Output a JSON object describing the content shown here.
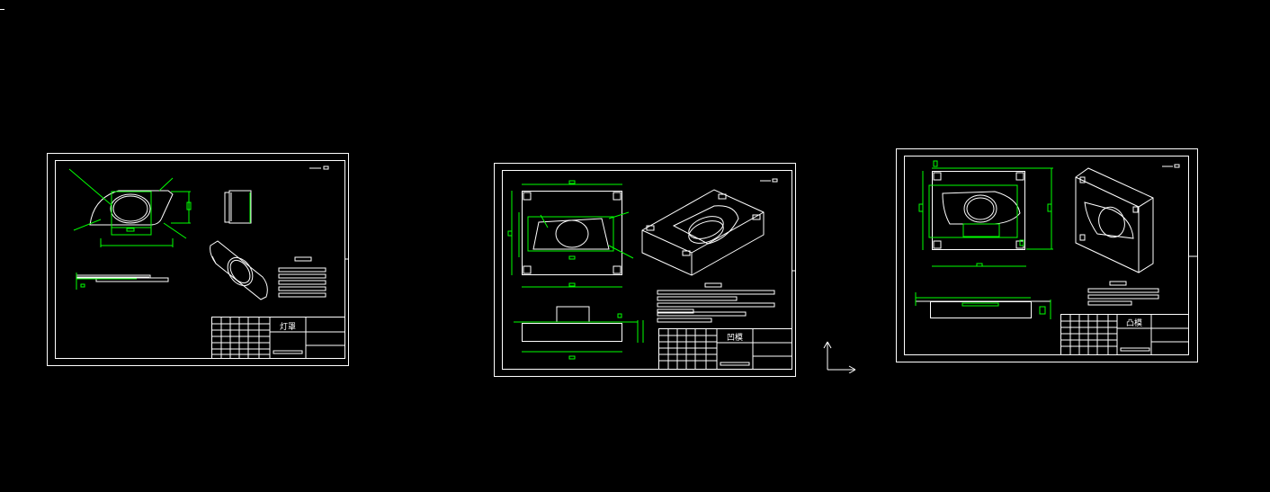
{
  "drawing": {
    "sheets": [
      {
        "id": "sheet-1",
        "title_block_label": "灯罩"
      },
      {
        "id": "sheet-2",
        "title_block_label": "凹模"
      },
      {
        "id": "sheet-3",
        "title_block_label": "凸模"
      }
    ]
  },
  "colors": {
    "background": "#000000",
    "lines": "#ffffff",
    "dimensions": "#00ff00"
  }
}
